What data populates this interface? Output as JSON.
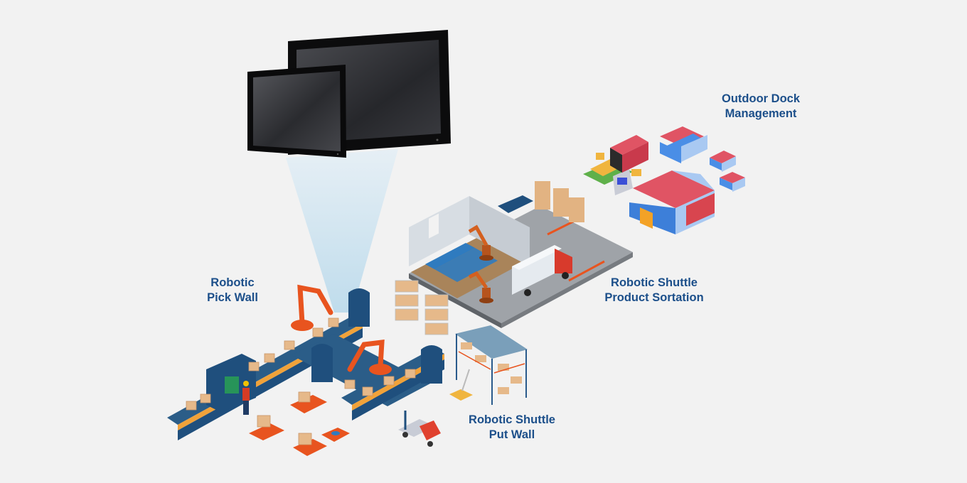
{
  "diagram": {
    "title_hidden": "Industrial panel PCs for warehouse automation",
    "background_color": "#f2f2f2",
    "label_color": "#1c4f8a",
    "accent_colors": {
      "robot_orange": "#e8541f",
      "conveyor_navy": "#1f4f7d",
      "box_tan": "#e6b98a",
      "beam_blue": "#cfe3ef",
      "container_red": "#e04a55",
      "container_blue": "#4a8ee6",
      "container_lightblue": "#a9c9f2",
      "container_orange": "#f3a226"
    },
    "devices": [
      {
        "name": "Large widescreen panel PC",
        "icon": "monitor-icon"
      },
      {
        "name": "Small 4:3 panel PC",
        "icon": "monitor-icon"
      }
    ],
    "zones": [
      {
        "id": "dock",
        "lines": [
          "Outdoor Dock",
          "Management"
        ],
        "icon": "shipping-container-icon"
      },
      {
        "id": "pick",
        "lines": [
          "Robotic",
          "Pick Wall"
        ],
        "icon": "robot-arm-icon"
      },
      {
        "id": "sort",
        "lines": [
          "Robotic Shuttle",
          "Product Sortation"
        ],
        "icon": "warehouse-icon"
      },
      {
        "id": "put",
        "lines": [
          "Robotic Shuttle",
          "Put Wall"
        ],
        "icon": "shelving-icon"
      }
    ]
  }
}
